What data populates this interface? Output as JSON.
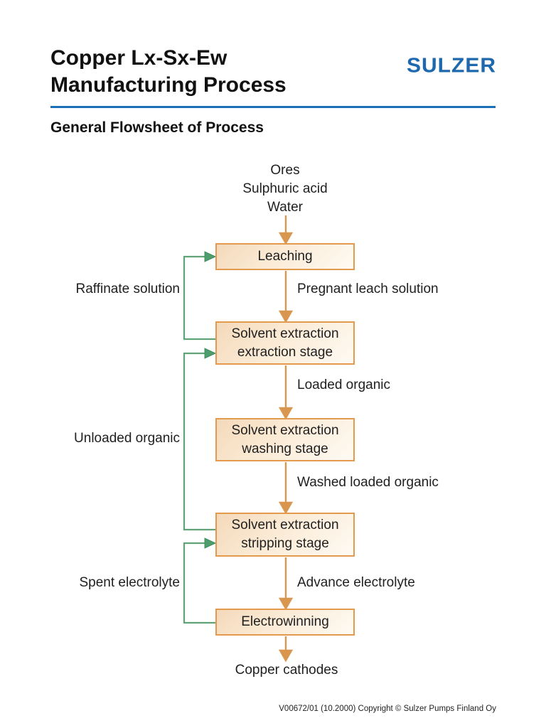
{
  "header": {
    "title_line1": "Copper Lx-Sx-Ew",
    "title_line2": "Manufacturing Process",
    "logo": "SULZER",
    "subtitle": "General Flowsheet of Process"
  },
  "colors": {
    "logo_blue": "#1E68AE",
    "rule_blue": "#1B6FB8",
    "box_border_orange": "#E39A4C",
    "box_fill_peach": "#F4D9BA",
    "arrow_orange": "#D9964F",
    "recycle_green": "#5FA377",
    "text": "#1F1F1F"
  },
  "diagram": {
    "inputs": [
      "Ores",
      "Sulphuric acid",
      "Water"
    ],
    "boxes": [
      {
        "lines": [
          "Leaching"
        ]
      },
      {
        "lines": [
          "Solvent extraction",
          "extraction stage"
        ]
      },
      {
        "lines": [
          "Solvent extraction",
          "washing stage"
        ]
      },
      {
        "lines": [
          "Solvent extraction",
          "stripping stage"
        ]
      },
      {
        "lines": [
          "Electrowinning"
        ]
      }
    ],
    "flow_labels": [
      "Pregnant leach solution",
      "Loaded organic",
      "Washed loaded organic",
      "Advance electrolyte"
    ],
    "recycle_labels": [
      "Raffinate solution",
      "Unloaded organic",
      "Spent electrolyte"
    ],
    "output": "Copper cathodes"
  },
  "footer": {
    "text": "V00672/01 (10.2000) Copyright © Sulzer Pumps Finland Oy"
  }
}
